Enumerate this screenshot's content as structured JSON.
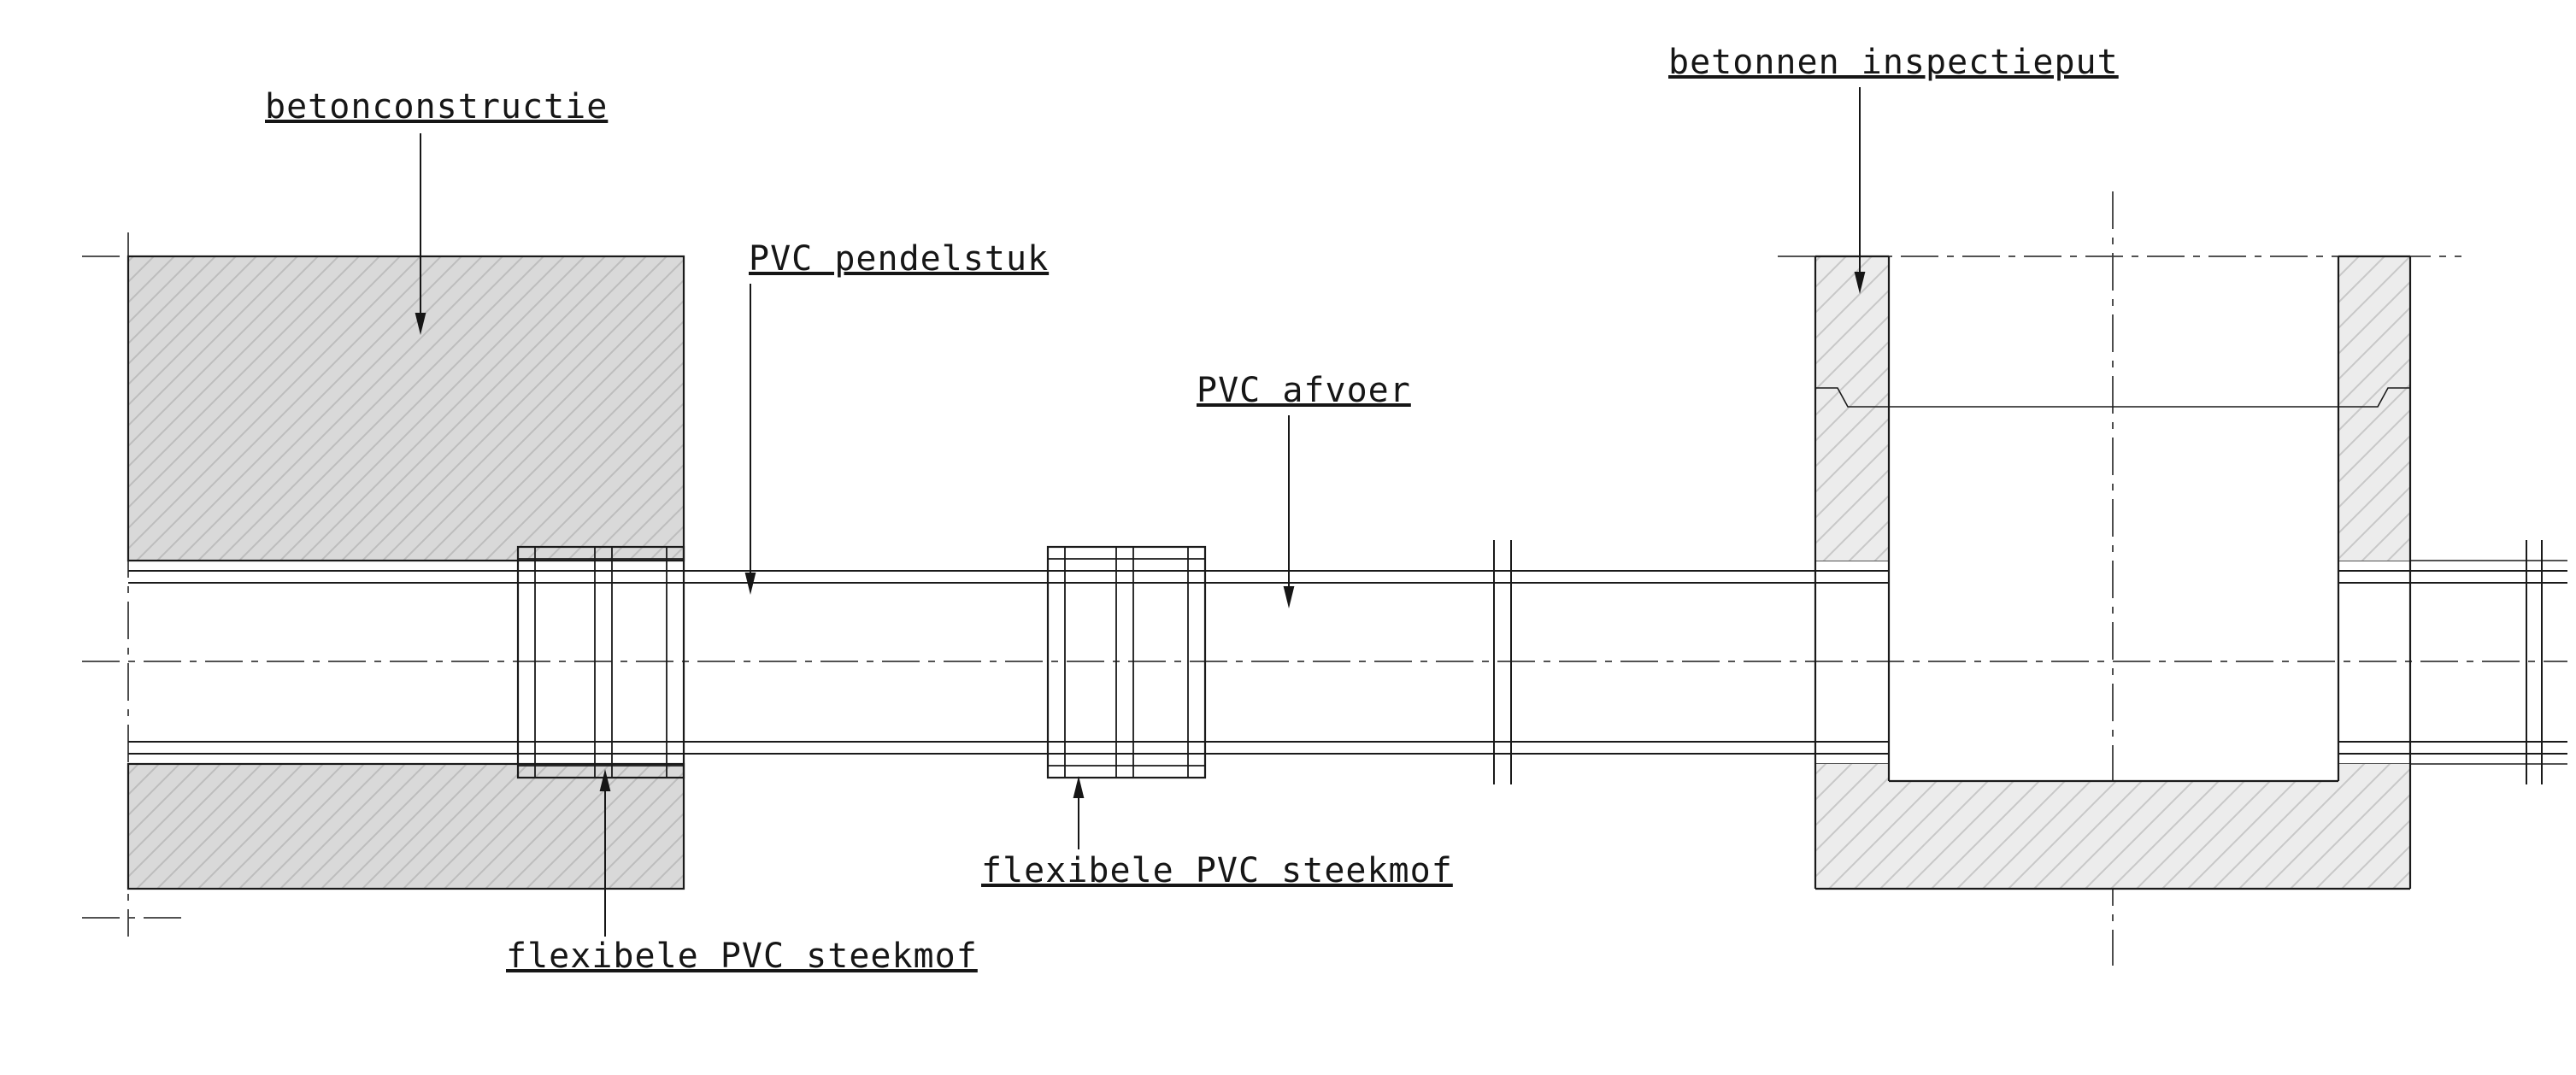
{
  "drawing": {
    "type": "technical-section-drawing",
    "labels": {
      "betonconstructie": "betonconstructie",
      "pvc_pendelstuk": "PVC pendelstuk",
      "pvc_afvoer": "PVC afvoer",
      "betonnen_inspectieput": "betonnen inspectieput",
      "flexibele_pvc_steekmof_left": "flexibele PVC steekmof",
      "flexibele_pvc_steekmof_mid": "flexibele PVC steekmof"
    },
    "colors": {
      "background": "#ffffff",
      "line": "#1a1a1a",
      "centerline": "#3a3a3a",
      "concrete_fill": "#d9d9d9",
      "concrete_hatch": "#bdbdbd",
      "pit_fill": "#ececec",
      "pit_hatch": "#c8c8c8"
    }
  }
}
